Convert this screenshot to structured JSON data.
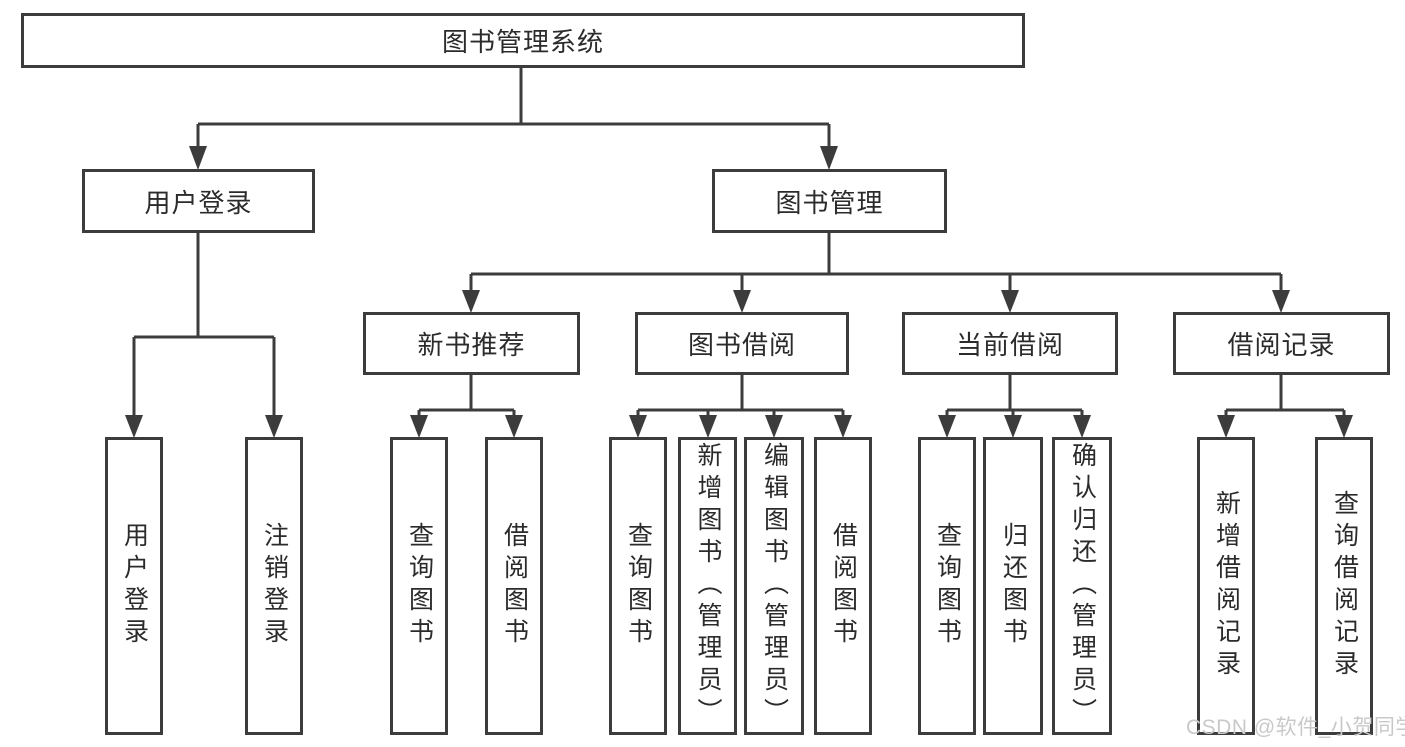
{
  "colors": {
    "line": "#3c3c3c",
    "text": "#2b2b2b",
    "watermark": "#c9c9c9",
    "background": "#ffffff"
  },
  "tree": {
    "root": "图书管理系统",
    "branches": [
      {
        "label": "用户登录",
        "children": [
          "用户登录",
          "注销登录"
        ]
      },
      {
        "label": "图书管理",
        "groups": [
          {
            "label": "新书推荐",
            "children": [
              "查询图书",
              "借阅图书"
            ]
          },
          {
            "label": "图书借阅",
            "children": [
              "查询图书",
              "新增图书（管理员）",
              "编辑图书（管理员）",
              "借阅图书"
            ]
          },
          {
            "label": "当前借阅",
            "children": [
              "查询图书",
              "归还图书",
              "确认归还（管理员）"
            ]
          },
          {
            "label": "借阅记录",
            "children": [
              "新增借阅记录",
              "查询借阅记录"
            ]
          }
        ]
      }
    ]
  },
  "watermark": {
    "text": "CSDN @软件_小贺同学"
  }
}
